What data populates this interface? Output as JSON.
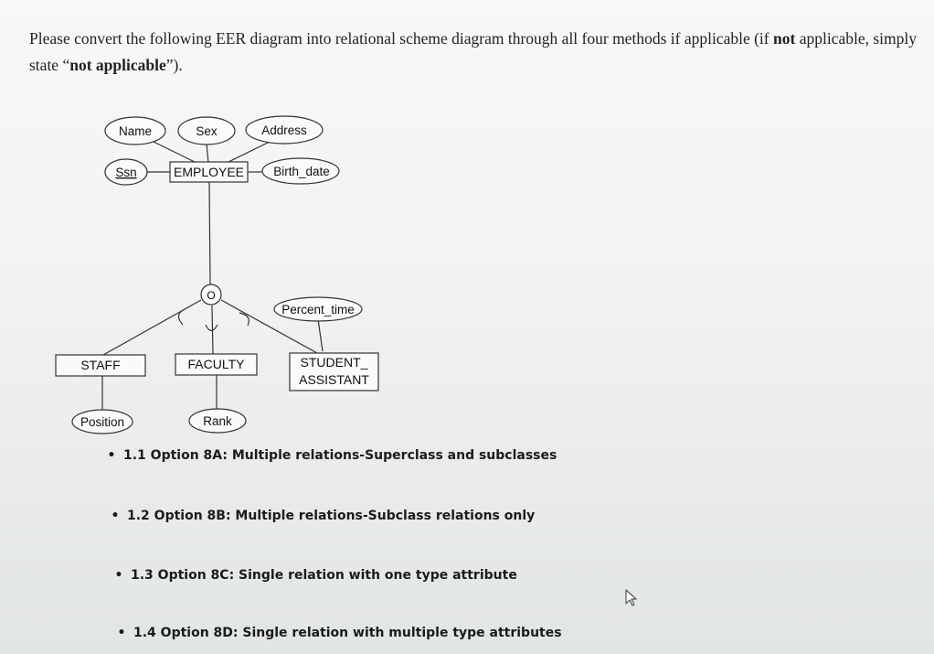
{
  "question": {
    "part1": "Please convert the following EER diagram into relational scheme diagram through all four methods if applicable (if ",
    "bold1": "not",
    "part2": " applicable, simply state “",
    "bold2": "not applicable",
    "part3": "”)."
  },
  "diagram": {
    "superclass": "EMPLOYEE",
    "superclass_attributes": [
      "Name",
      "Sex",
      "Address",
      "Ssn",
      "Birth_date"
    ],
    "key_attribute": "Ssn",
    "specialization_symbol": "O",
    "subclasses": [
      "STAFF",
      "FACULTY",
      "STUDENT_ ASSISTANT"
    ],
    "subclass_attributes": {
      "STAFF": "Position",
      "FACULTY": "Rank",
      "STUDENT_ASSISTANT": "Percent_time"
    },
    "labels": {
      "name": "Name",
      "sex": "Sex",
      "address": "Address",
      "ssn": "Ssn",
      "employee": "EMPLOYEE",
      "birth_date": "Birth_date",
      "o": "O",
      "percent_time": "Percent_time",
      "staff": "STAFF",
      "faculty": "FACULTY",
      "student_line1": "STUDENT_",
      "student_line2": "ASSISTANT",
      "position": "Position",
      "rank": "Rank"
    }
  },
  "options": [
    {
      "bullet": "•",
      "text": "1.1 Option 8A: Multiple relations-Superclass and subclasses"
    },
    {
      "bullet": "•",
      "text": "1.2 Option 8B: Multiple relations-Subclass relations only"
    },
    {
      "bullet": "•",
      "text": "1.3 Option 8C: Single relation with one type attribute"
    },
    {
      "bullet": "•",
      "text": "1.4 Option 8D: Single relation with multiple type attributes"
    }
  ]
}
